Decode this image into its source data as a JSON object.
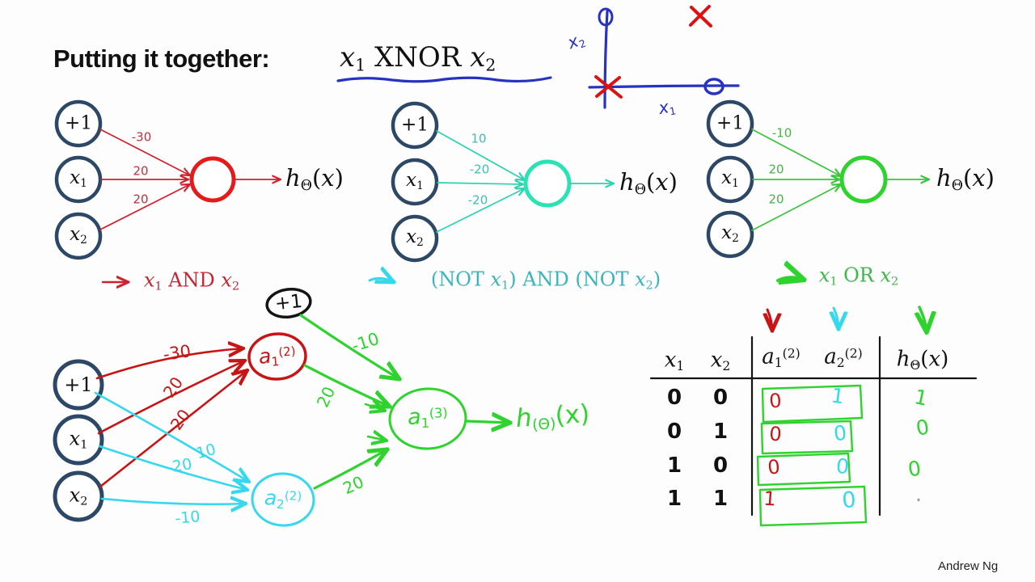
{
  "title": {
    "prefix": "Putting it together:",
    "math": [
      {
        "t": "x",
        "s": "i"
      },
      {
        "t": "1",
        "s": "sub"
      },
      {
        "t": "  XNOR  ",
        "s": "n"
      },
      {
        "t": "x",
        "s": "i"
      },
      {
        "t": "2",
        "s": "sub"
      }
    ]
  },
  "plot": {
    "xlabel": [
      {
        "t": "x",
        "s": "i"
      },
      {
        "t": "1",
        "s": "sub"
      }
    ],
    "ylabel": [
      {
        "t": "x",
        "s": "i"
      },
      {
        "t": "2",
        "s": "sub"
      }
    ],
    "positive_marker": "x",
    "negative_marker": "o"
  },
  "networks": {
    "and": {
      "nodes": {
        "bias": "+1",
        "x1": [
          {
            "t": "x",
            "s": "i"
          },
          {
            "t": "1",
            "s": "sub"
          }
        ],
        "x2": [
          {
            "t": "x",
            "s": "i"
          },
          {
            "t": "2",
            "s": "sub"
          }
        ]
      },
      "weights": [
        "-30",
        "20",
        "20"
      ],
      "hypothesis": [
        {
          "t": "h",
          "s": "i"
        },
        {
          "t": "Θ",
          "s": "sub"
        },
        {
          "t": "(",
          "s": "n"
        },
        {
          "t": "x",
          "s": "i"
        },
        {
          "t": ")",
          "s": "n"
        }
      ],
      "caption": [
        {
          "t": "x",
          "s": "i"
        },
        {
          "t": "1",
          "s": "sub"
        },
        {
          "t": " AND ",
          "s": "n"
        },
        {
          "t": "x",
          "s": "i"
        },
        {
          "t": "2",
          "s": "sub"
        }
      ],
      "color": "#d0202e"
    },
    "nor": {
      "nodes": {
        "bias": "+1",
        "x1": [
          {
            "t": "x",
            "s": "i"
          },
          {
            "t": "1",
            "s": "sub"
          }
        ],
        "x2": [
          {
            "t": "x",
            "s": "i"
          },
          {
            "t": "2",
            "s": "sub"
          }
        ]
      },
      "weights": [
        "10",
        "-20",
        "-20"
      ],
      "hypothesis": [
        {
          "t": "h",
          "s": "i"
        },
        {
          "t": "Θ",
          "s": "sub"
        },
        {
          "t": "(",
          "s": "n"
        },
        {
          "t": "x",
          "s": "i"
        },
        {
          "t": ")",
          "s": "n"
        }
      ],
      "caption": [
        {
          "t": "(NOT ",
          "s": "n"
        },
        {
          "t": "x",
          "s": "i"
        },
        {
          "t": "1",
          "s": "sub"
        },
        {
          "t": ") AND (NOT ",
          "s": "n"
        },
        {
          "t": "x",
          "s": "i"
        },
        {
          "t": "2",
          "s": "sub"
        },
        {
          "t": ")",
          "s": "n"
        }
      ],
      "color": "#2ad3ae"
    },
    "or": {
      "nodes": {
        "bias": "+1",
        "x1": [
          {
            "t": "x",
            "s": "i"
          },
          {
            "t": "1",
            "s": "sub"
          }
        ],
        "x2": [
          {
            "t": "x",
            "s": "i"
          },
          {
            "t": "2",
            "s": "sub"
          }
        ]
      },
      "weights": [
        "-10",
        "20",
        "20"
      ],
      "hypothesis": [
        {
          "t": "h",
          "s": "i"
        },
        {
          "t": "Θ",
          "s": "sub"
        },
        {
          "t": "(",
          "s": "n"
        },
        {
          "t": "x",
          "s": "i"
        },
        {
          "t": ")",
          "s": "n"
        }
      ],
      "caption": [
        {
          "t": "x",
          "s": "i"
        },
        {
          "t": "1",
          "s": "sub"
        },
        {
          "t": " OR ",
          "s": "n"
        },
        {
          "t": "x",
          "s": "i"
        },
        {
          "t": "2",
          "s": "sub"
        }
      ],
      "color": "#2ecc2e"
    }
  },
  "combined": {
    "nodes": {
      "bias": "+1",
      "x1": [
        {
          "t": "x",
          "s": "i"
        },
        {
          "t": "1",
          "s": "sub"
        }
      ],
      "x2": [
        {
          "t": "x",
          "s": "i"
        },
        {
          "t": "2",
          "s": "sub"
        }
      ],
      "bias2": "+1",
      "a1": [
        {
          "t": "a",
          "s": "i"
        },
        {
          "t": "1",
          "s": "sub"
        },
        {
          "t": "(2)",
          "s": "sup"
        }
      ],
      "a2": [
        {
          "t": "a",
          "s": "i"
        },
        {
          "t": "2",
          "s": "sub"
        },
        {
          "t": "(2)",
          "s": "sup"
        }
      ],
      "a3": [
        {
          "t": "a",
          "s": "i"
        },
        {
          "t": "1",
          "s": "sub"
        },
        {
          "t": "(3)",
          "s": "sup"
        }
      ]
    },
    "red_weights": [
      "-30",
      "20",
      "20"
    ],
    "cyan_weights": [
      "10",
      "-20",
      "-10"
    ],
    "green_weights": [
      "-10",
      "20",
      "20"
    ],
    "hypothesis": [
      {
        "t": "h",
        "s": "i"
      },
      {
        "t": "(Θ)",
        "s": "sub"
      },
      {
        "t": "(x)",
        "s": "n"
      }
    ]
  },
  "table": {
    "headers": {
      "x1": [
        {
          "t": "x",
          "s": "i"
        },
        {
          "t": "1",
          "s": "sub"
        }
      ],
      "x2": [
        {
          "t": "x",
          "s": "i"
        },
        {
          "t": "2",
          "s": "sub"
        }
      ],
      "a1": [
        {
          "t": "a",
          "s": "i"
        },
        {
          "t": "1",
          "s": "sub"
        },
        {
          "t": "(2)",
          "s": "sup"
        }
      ],
      "a2": [
        {
          "t": "a",
          "s": "i"
        },
        {
          "t": "2",
          "s": "sub"
        },
        {
          "t": "(2)",
          "s": "sup"
        }
      ],
      "h": [
        {
          "t": "h",
          "s": "i"
        },
        {
          "t": "Θ",
          "s": "sub"
        },
        {
          "t": "(",
          "s": "n"
        },
        {
          "t": "x",
          "s": "i"
        },
        {
          "t": ")",
          "s": "n"
        }
      ]
    },
    "rows": [
      {
        "x1": "0",
        "x2": "0",
        "a1": "0",
        "a2": "1",
        "h": "1"
      },
      {
        "x1": "0",
        "x2": "1",
        "a1": "0",
        "a2": "0",
        "h": "0"
      },
      {
        "x1": "1",
        "x2": "0",
        "a1": "0",
        "a2": "0",
        "h": "0"
      },
      {
        "x1": "1",
        "x2": "1",
        "a1": "1",
        "a2": "0",
        "h": "."
      }
    ]
  },
  "colors": {
    "and_red": "#d0202e",
    "nor_teal": "#2ad3ae",
    "or_green": "#2ecc2e",
    "hand_red": "#c81414",
    "hand_cyan": "#35d8ec",
    "hand_green": "#2ed32e",
    "pen_blue": "#2733c0",
    "node_navy": "#2d4866"
  },
  "footer": {
    "credit": "Andrew Ng"
  }
}
